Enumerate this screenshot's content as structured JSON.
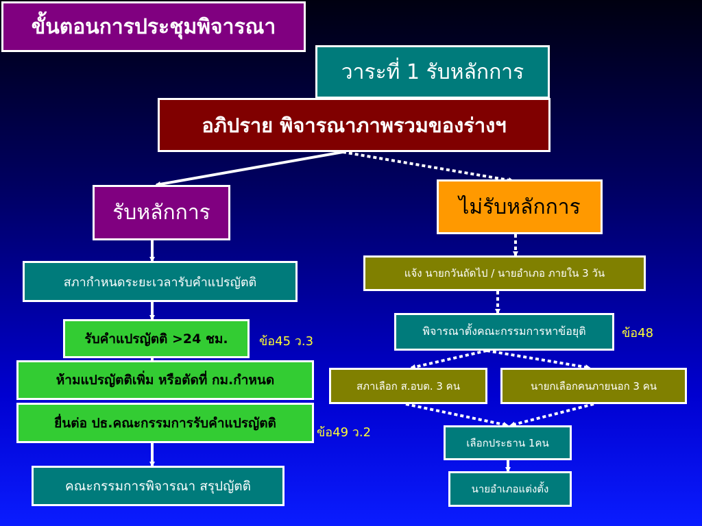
{
  "title": "ขั้นตอนการประชุมพิจารณา",
  "first_reading": "วาระที่ 1 รับหลักการ",
  "debate": "อภิปราย พิจารณาภาพรวมของร่างฯ",
  "accept": {
    "label": "รับหลักการ",
    "step1": "สภากำหนดระยะเวลารับคำแปรญัตติ",
    "step2": "รับคำแปรญัตติ >24 ชม.",
    "step2_ref": "ข้อ45 ว.3",
    "step3": "ห้ามแปรญัตติเพิ่ม หรือตัดที่ กม.กำหนด",
    "step4": "ยื่นต่อ ปธ.คณะกรรมการรับคำแปรญัตติ",
    "step4_ref": "ข้อ49 ว.2",
    "step5": "คณะกรรมการพิจารณา สรุปญัตติ"
  },
  "reject": {
    "label": "ไม่รับหลักการ",
    "step1": "แจ้ง นายกวันถัดไป / นายอำเภอ ภายใน 3 วัน",
    "step2": "พิจารณาตั้งคณะกรรมการหาข้อยุติ",
    "step2_ref": "ข้อ48",
    "branch_left": "สภาเลือก ส.อบต. 3 คน",
    "branch_right": "นายกเลือกคนภายนอก 3 คน",
    "step3": "เลือกประธาน 1คน",
    "step4": "นายอำเภอแต่งตั้ง"
  },
  "colors": {
    "purple": "#800080",
    "teal": "#007b7b",
    "maroon": "#800000",
    "orange": "#ff9900",
    "green": "#33cc33",
    "olive": "#808000",
    "ref_text": "#ffff33"
  }
}
